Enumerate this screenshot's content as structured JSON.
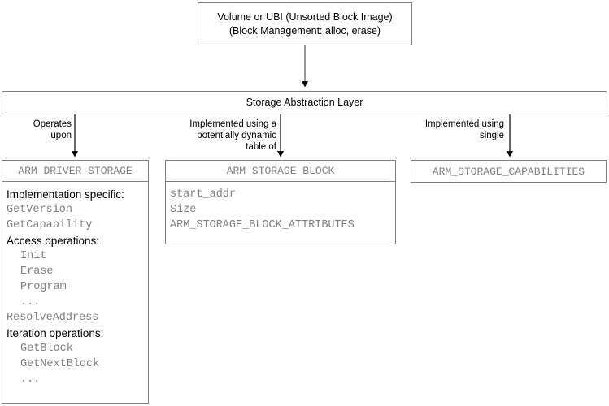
{
  "diagram": {
    "title_box": {
      "line1": "Volume or UBI (Unsorted Block Image)",
      "line2": "(Block Management: alloc, erase)"
    },
    "layer_box": {
      "label": "Storage Abstraction Layer"
    },
    "connectors": [
      {
        "name": "operates-upon",
        "label": "Operates\nupon"
      },
      {
        "name": "implemented-using-table",
        "label": "Implemented using a\npotentially dynamic\ntable of"
      },
      {
        "name": "implemented-using-single",
        "label": "Implemented using\nsingle"
      }
    ],
    "driver_box": {
      "title": "ARM_DRIVER_STORAGE",
      "rows": [
        {
          "text": "Implementation specific:",
          "style": "hdr",
          "indent": false
        },
        {
          "text": "GetVersion",
          "style": "code",
          "indent": false
        },
        {
          "text": "GetCapability",
          "style": "code",
          "indent": false
        },
        {
          "text": "Access operations:",
          "style": "hdr",
          "indent": false
        },
        {
          "text": "Init",
          "style": "code",
          "indent": true
        },
        {
          "text": "Erase",
          "style": "code",
          "indent": true
        },
        {
          "text": "Program",
          "style": "code",
          "indent": true
        },
        {
          "text": "...",
          "style": "code",
          "indent": true
        },
        {
          "text": "ResolveAddress",
          "style": "code",
          "indent": false
        },
        {
          "text": "Iteration operations:",
          "style": "hdr",
          "indent": false
        },
        {
          "text": "GetBlock",
          "style": "code",
          "indent": true
        },
        {
          "text": "GetNextBlock",
          "style": "code",
          "indent": true
        },
        {
          "text": "...",
          "style": "code",
          "indent": true
        }
      ]
    },
    "block_box": {
      "title": "ARM_STORAGE_BLOCK",
      "rows": [
        {
          "text": "start_addr",
          "style": "code",
          "indent": false
        },
        {
          "text": "Size",
          "style": "code",
          "indent": false
        },
        {
          "text": "ARM_STORAGE_BLOCK_ATTRIBUTES",
          "style": "code",
          "indent": false
        }
      ]
    },
    "capabilities_box": {
      "title": "ARM_STORAGE_CAPABILITIES"
    },
    "colors": {
      "border": "#808080",
      "code_text": "#808080",
      "header_text": "#000000",
      "background": "#ffffff"
    }
  }
}
